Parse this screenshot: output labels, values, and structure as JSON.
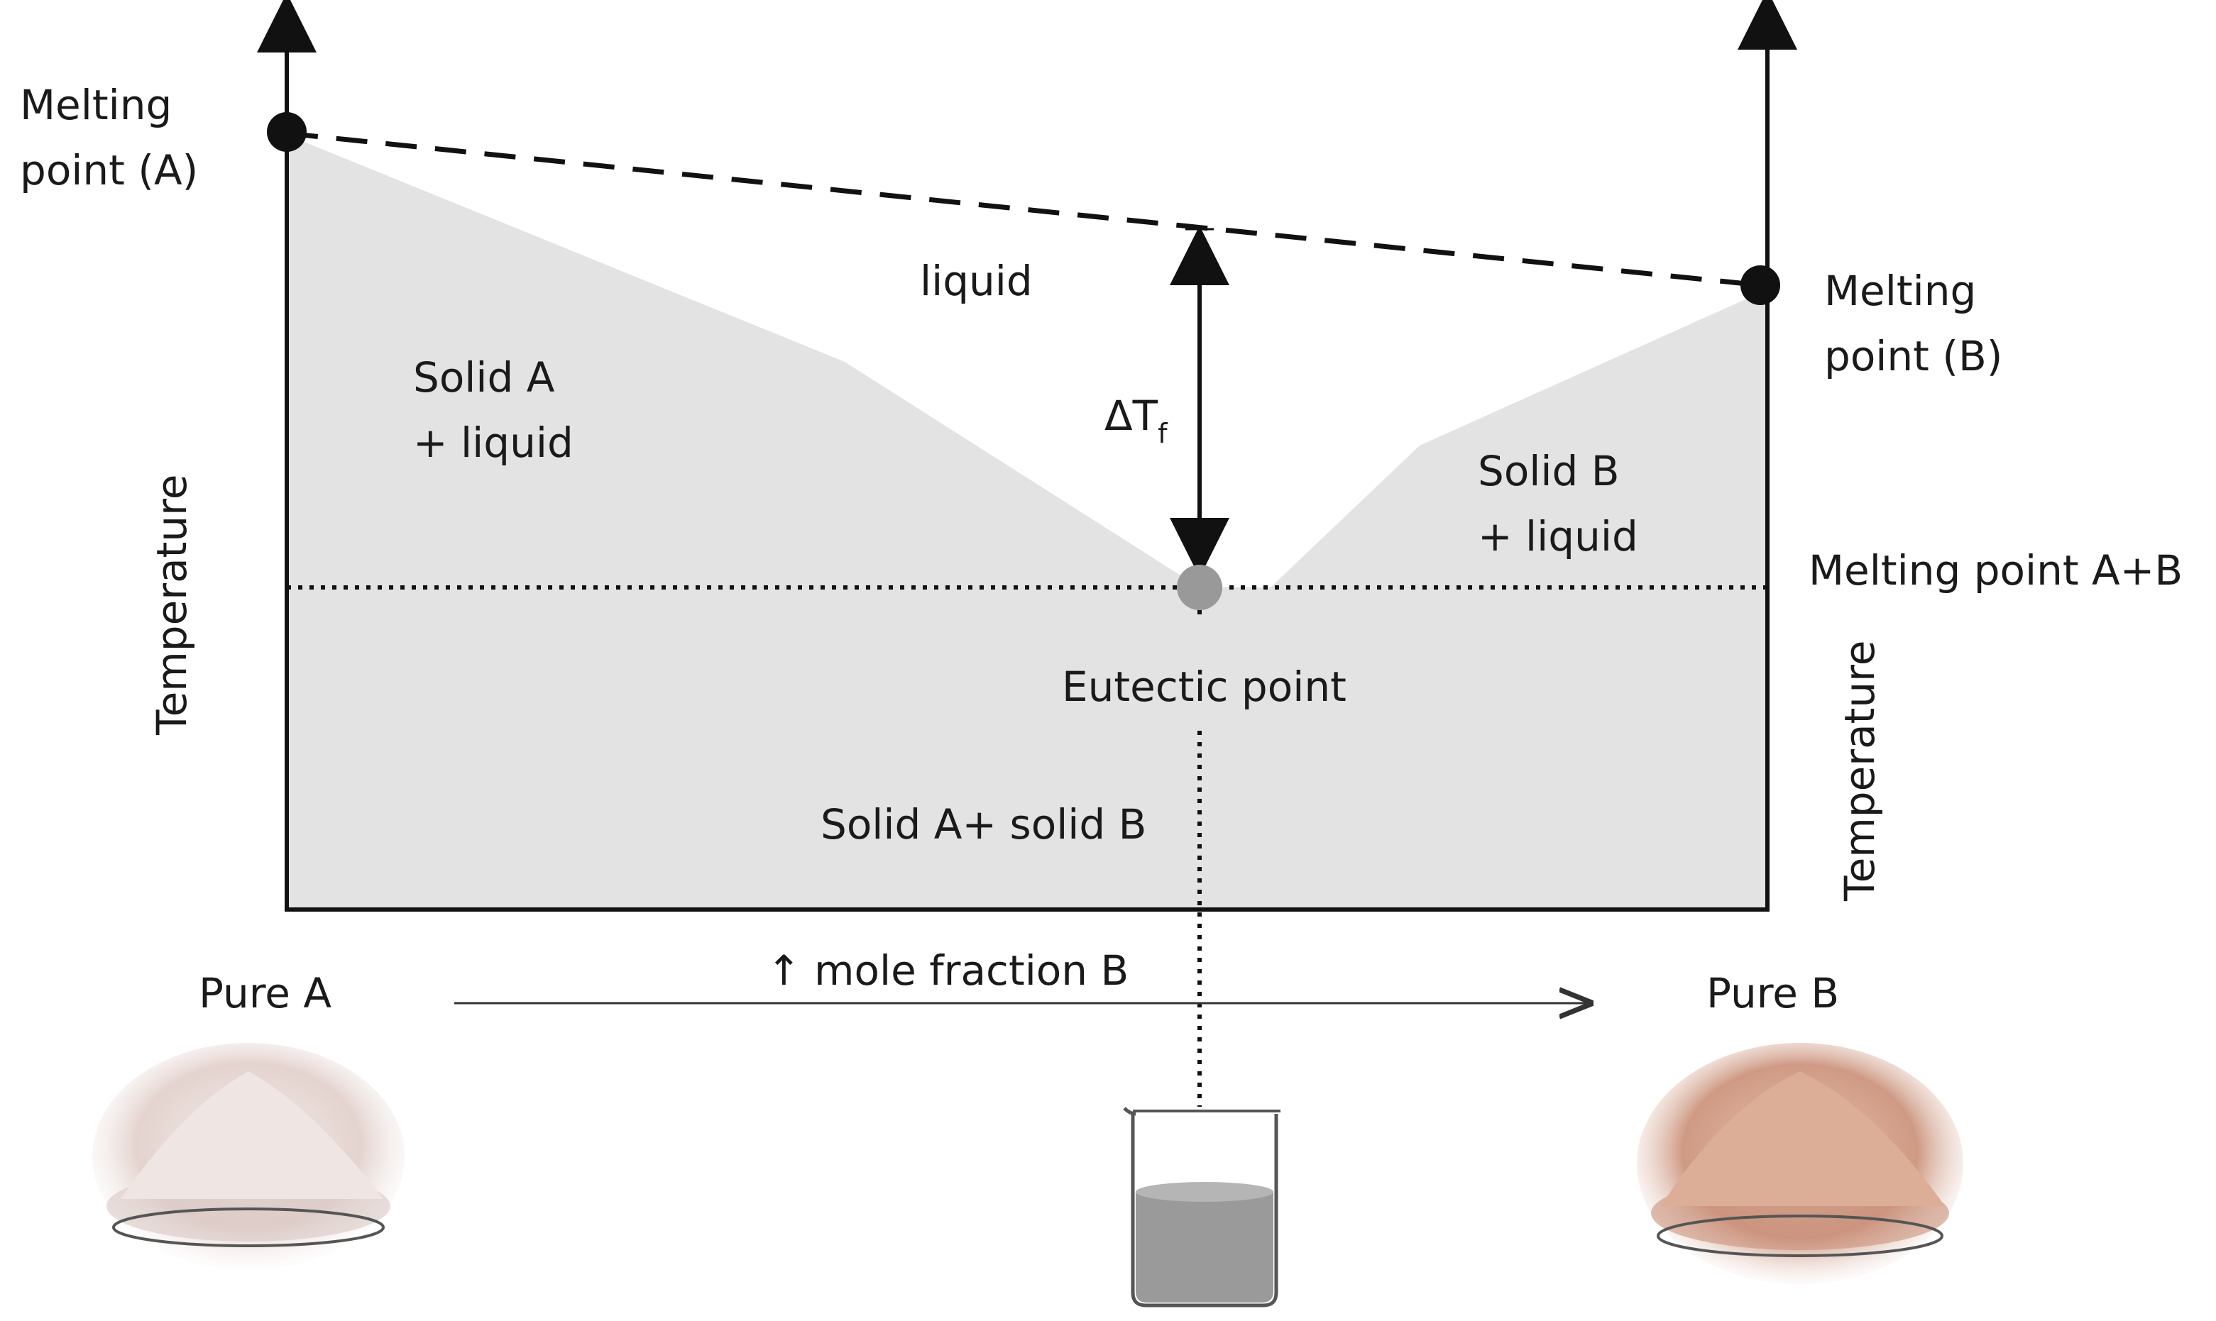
{
  "labels": {
    "melting_point_a": [
      "Melting",
      "point (A)"
    ],
    "melting_point_b": [
      "Melting",
      "point (B)"
    ],
    "liquid": "liquid",
    "solid_a_liquid": [
      "Solid A",
      "+ liquid"
    ],
    "solid_b_liquid": [
      "Solid B",
      "+ liquid"
    ],
    "delta_tf": "ΔT",
    "delta_tf_sub": "f",
    "melting_point_ab": "Melting point A+B",
    "eutectic_point": "Eutectic point",
    "solid_a_solid_b": "Solid A+ solid B",
    "temperature_left": "Temperature",
    "temperature_right": "Temperature",
    "pure_a": "Pure A",
    "pure_b": "Pure B",
    "mole_fraction": "↑ mole fraction B"
  },
  "colors": {
    "region_fill": "#e3e3e3",
    "line": "#111111",
    "eutectic_marker": "#999999",
    "beaker_liquid": "#9a9a9a",
    "powder_a": "#e9dcd8",
    "powder_b": "#d9a893"
  },
  "icons": {
    "beaker": "beaker-icon",
    "powder_a": "powder-pile-image",
    "powder_b": "powder-pile-image"
  }
}
